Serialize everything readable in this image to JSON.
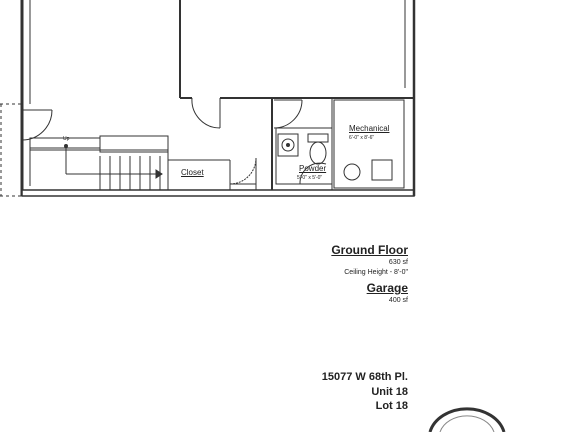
{
  "rooms": {
    "up": "Up",
    "closet": "Closet",
    "mechanical": "Mechanical",
    "mechanical_dims": "6'-0\" x 8'-6\"",
    "powder": "Powder",
    "powder_dims": "5'-0\" x 5'-0\""
  },
  "ground_floor": {
    "title": "Ground Floor",
    "area": "630 sf",
    "ceiling": "Ceiling Height - 8'-0\""
  },
  "garage": {
    "title": "Garage",
    "area": "400 sf"
  },
  "address": {
    "street": "15077 W 68th Pl.",
    "unit": "Unit 18",
    "lot": "Lot 18"
  }
}
